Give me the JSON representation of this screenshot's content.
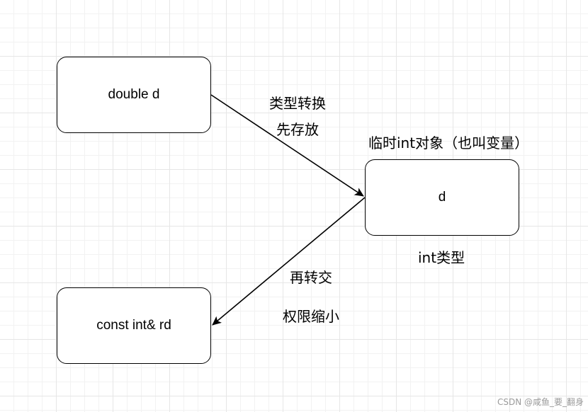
{
  "nodes": {
    "double_d": "double d",
    "temp": "d",
    "const_ref": "const int& rd"
  },
  "labels": {
    "conversion_line1": "类型转换",
    "conversion_line2": "先存放",
    "temp_object": "临时int对象（也叫变量）",
    "int_type": "int类型",
    "convert_again": "再转交",
    "permission_narrow": "权限缩小"
  },
  "watermark": "CSDN @咸鱼_要_翻身"
}
